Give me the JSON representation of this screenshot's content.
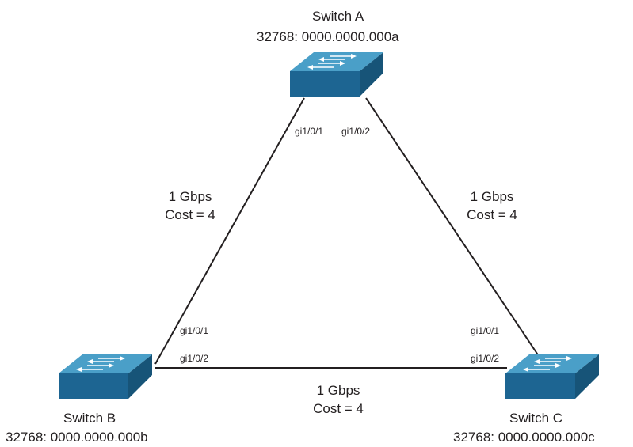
{
  "switches": {
    "a": {
      "name": "Switch A",
      "id": "32768: 0000.0000.000a"
    },
    "b": {
      "name": "Switch B",
      "id": "32768: 0000.0000.000b"
    },
    "c": {
      "name": "Switch C",
      "id": "32768: 0000.0000.000c"
    }
  },
  "links": {
    "ab": {
      "speed": "1 Gbps",
      "cost": "Cost = 4"
    },
    "ac": {
      "speed": "1 Gbps",
      "cost": "Cost = 4"
    },
    "bc": {
      "speed": "1 Gbps",
      "cost": "Cost = 4"
    }
  },
  "ports": {
    "a_to_b": "gi1/0/1",
    "a_to_c": "gi1/0/2",
    "b_to_a": "gi1/0/1",
    "b_to_c": "gi1/0/2",
    "c_to_a": "gi1/0/1",
    "c_to_b": "gi1/0/2"
  },
  "colors": {
    "switch_top": "#4a9fc8",
    "switch_front": "#1d6592",
    "switch_side": "#175478",
    "line": "#231f20",
    "arrow": "#ffffff"
  },
  "icons": {
    "switch": "network-switch-icon"
  }
}
